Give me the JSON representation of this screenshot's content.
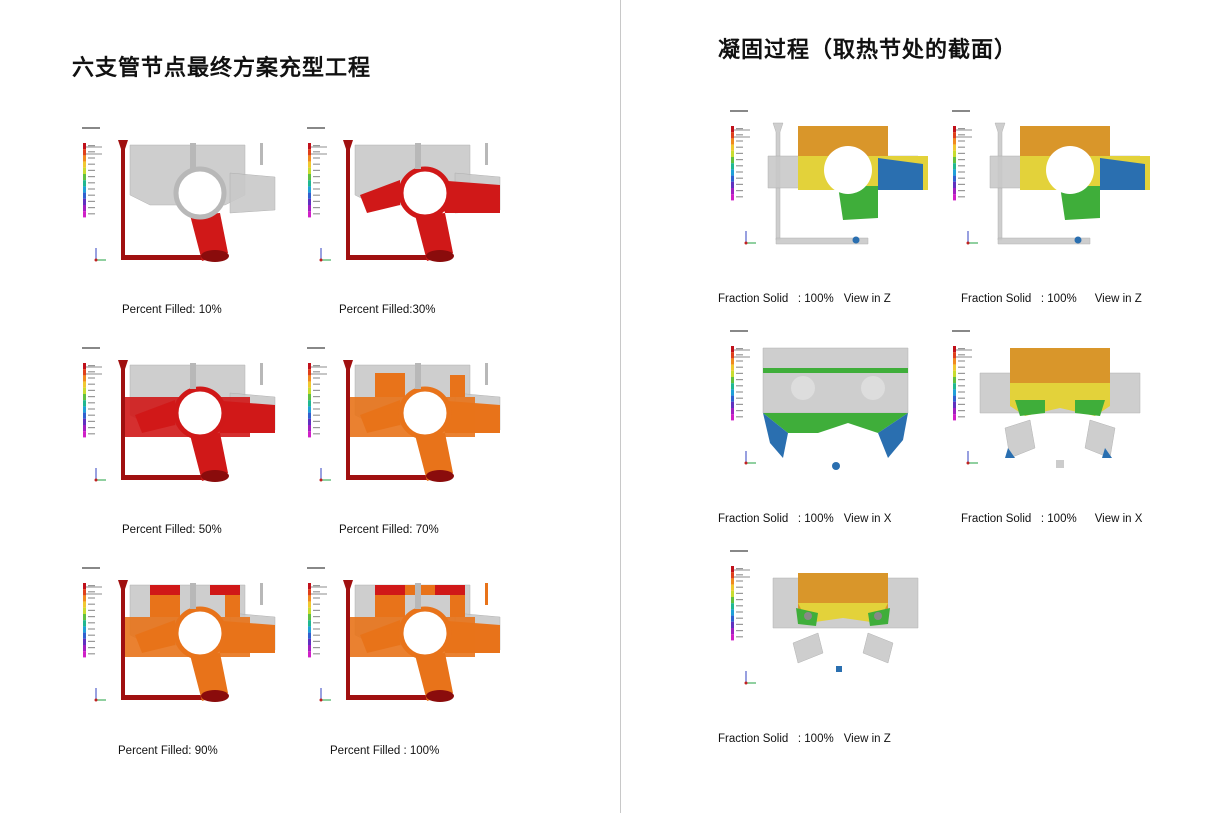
{
  "left": {
    "title": "六支管节点最终方案充型工程",
    "panels": [
      {
        "caption": "Percent Filled: 10%",
        "fill": 0.1
      },
      {
        "caption": "Percent Filled:30%",
        "fill": 0.3
      },
      {
        "caption": "Percent Filled: 50%",
        "fill": 0.5
      },
      {
        "caption": "Percent Filled: 70%",
        "fill": 0.7
      },
      {
        "caption": "Percent Filled: 90%",
        "fill": 0.9
      },
      {
        "caption": "Percent Filled : 100%",
        "fill": 1.0
      }
    ]
  },
  "right": {
    "title": "凝固过程（取热节处的截面）",
    "panels": [
      {
        "caption_a": "Fraction Solid   : 100%",
        "caption_b": "View in Z"
      },
      {
        "caption_a": "Fraction Solid   : 100%",
        "caption_b": "View in Z"
      },
      {
        "caption_a": "Fraction Solid   : 100%",
        "caption_b": "View in X"
      },
      {
        "caption_a": "Fraction Solid   : 100%",
        "caption_b": "View in X"
      },
      {
        "caption_a": "Fraction Solid   : 100%",
        "caption_b": "View in Z"
      }
    ]
  },
  "colors": {
    "gray": "#c9c9c9",
    "dark_red": "#a01010",
    "red": "#d01818",
    "orange": "#e8731a",
    "amber": "#d9962a",
    "yellow": "#e3d23a",
    "green": "#3fae3a",
    "blue": "#2a6fb0"
  }
}
